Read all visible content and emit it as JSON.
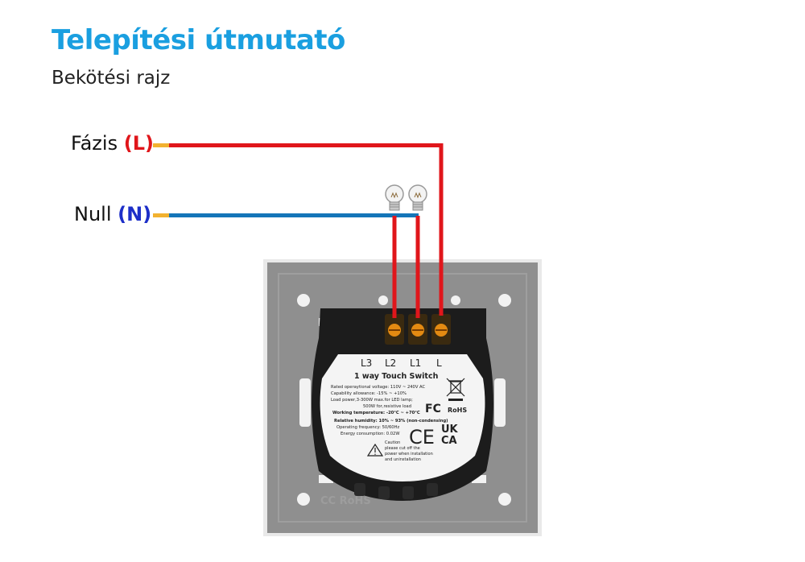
{
  "header": {
    "title": "Telepítési útmutató",
    "subtitle": "Bekötési rajz"
  },
  "wires": {
    "phase": {
      "name": "Fázis",
      "code": "(L)",
      "color": "#e0161b"
    },
    "neutral": {
      "name": "Null",
      "code": "(N)",
      "color": "#1475b8",
      "code_color": "#1d2fc8"
    },
    "stub_color": "#f2b230"
  },
  "device": {
    "terminals": [
      "L3",
      "L2",
      "L1",
      "L"
    ],
    "product_name": "1 way Touch Switch",
    "specs": [
      "Rated operaytional voltage: 110V ~ 240V AC",
      "Capability allowance: -15% ~ +10%",
      "Load power,3-300W max.for LED lamp;",
      "500W for,resistive load",
      "Working temperature: -20°C ~ +70°C",
      "Relative humidity: 10% ~ 93% (non-condensing)",
      "Operating frequency: 50/60Hz",
      "Energy consumption: 0.02W"
    ],
    "caution": [
      "Caution",
      "please cut off the",
      "power when installation",
      "and uninstallation"
    ],
    "marks": {
      "fc": "FC",
      "rohs": "RoHS",
      "ce": "CE",
      "ukca_top": "UK",
      "ukca_bottom": "CA"
    },
    "plate_embossed": "CC RoHS",
    "colors": {
      "plate": "#8f8f8f",
      "plate_dark": "#7a7a7a",
      "module": "#1c1c1c",
      "label": "#f4f4f4"
    }
  }
}
